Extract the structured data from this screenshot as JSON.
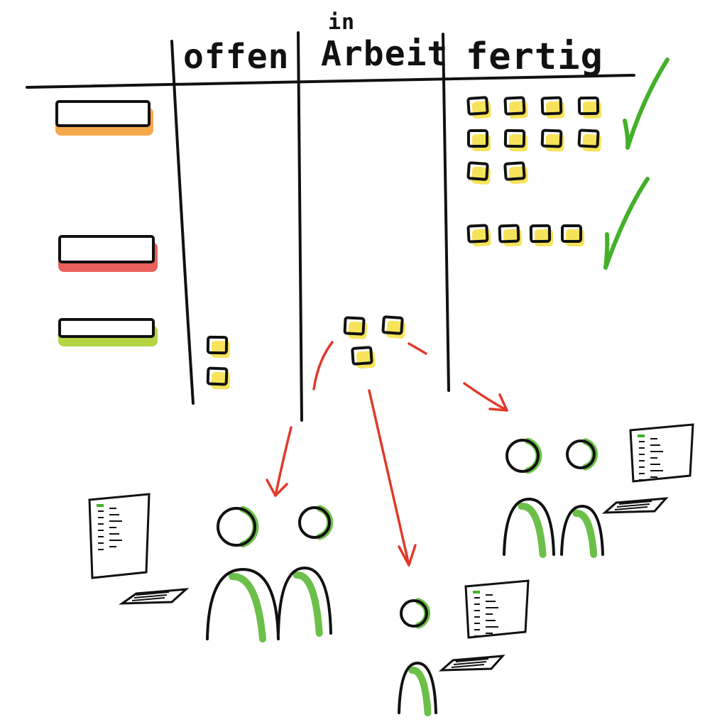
{
  "board": {
    "columns": [
      {
        "id": "open",
        "label": "offen"
      },
      {
        "id": "in-progress",
        "label_top": "in",
        "label": "Arbeit"
      },
      {
        "id": "done",
        "label": "fertig"
      }
    ],
    "rows": [
      {
        "id": "row-1",
        "color": "#f6a94a",
        "cards": {
          "open": 0,
          "in-progress": 0,
          "done": 10
        },
        "checked": true
      },
      {
        "id": "row-2",
        "color": "#e8605a",
        "cards": {
          "open": 0,
          "in-progress": 0,
          "done": 4
        },
        "checked": true
      },
      {
        "id": "row-3",
        "color": "#b5d443",
        "cards": {
          "open": 2,
          "in-progress": 3,
          "done": 0
        },
        "checked": false
      }
    ]
  },
  "teams": [
    {
      "id": "team-left",
      "people": 2,
      "has_computer": true
    },
    {
      "id": "team-middle",
      "people": 1,
      "has_computer": true
    },
    {
      "id": "team-right",
      "people": 2,
      "has_computer": true
    }
  ],
  "colors": {
    "ink": "#111111",
    "sticky": "#f6e35a",
    "check": "#43b02a",
    "arrow": "#e03a2a",
    "person": "#6cc04a"
  },
  "icons": [
    "check-icon",
    "arrow-icon",
    "person-icon",
    "computer-icon",
    "sticky-note-icon"
  ]
}
